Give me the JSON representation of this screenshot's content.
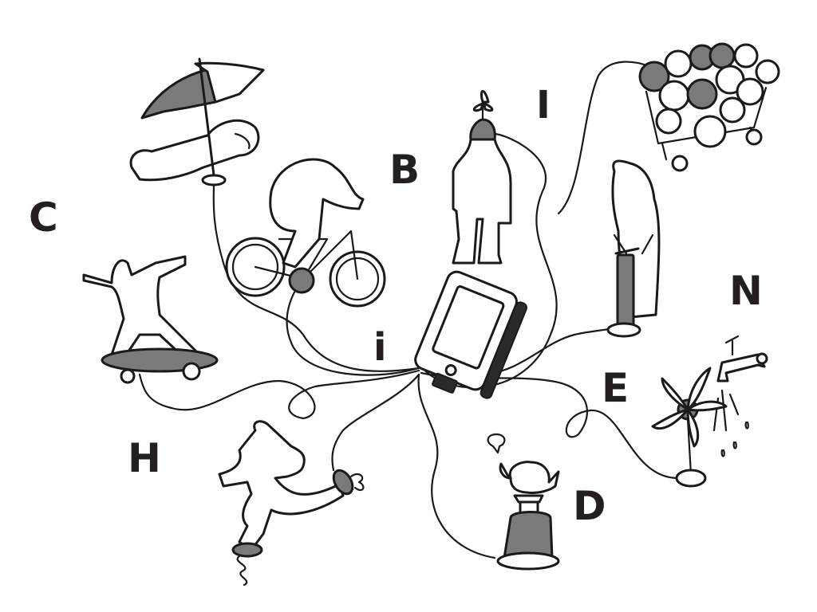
{
  "labels": {
    "C": "C",
    "B": "B",
    "I_upper": "I",
    "N": "N",
    "i_lower": "i",
    "E": "E",
    "H": "H",
    "D": "D"
  },
  "colors": {
    "ink": "#1a1a1a",
    "shade": "#7a7a7a",
    "background": "#ffffff"
  },
  "figures": [
    "phone-charger-hub",
    "umbrella-sunbather",
    "cyclist",
    "skateboarder",
    "wind-turbine-hat-person",
    "apple-cart",
    "person-with-pump",
    "water-tap-turbine",
    "teapot-on-stove",
    "spring-shoe-jumper"
  ]
}
